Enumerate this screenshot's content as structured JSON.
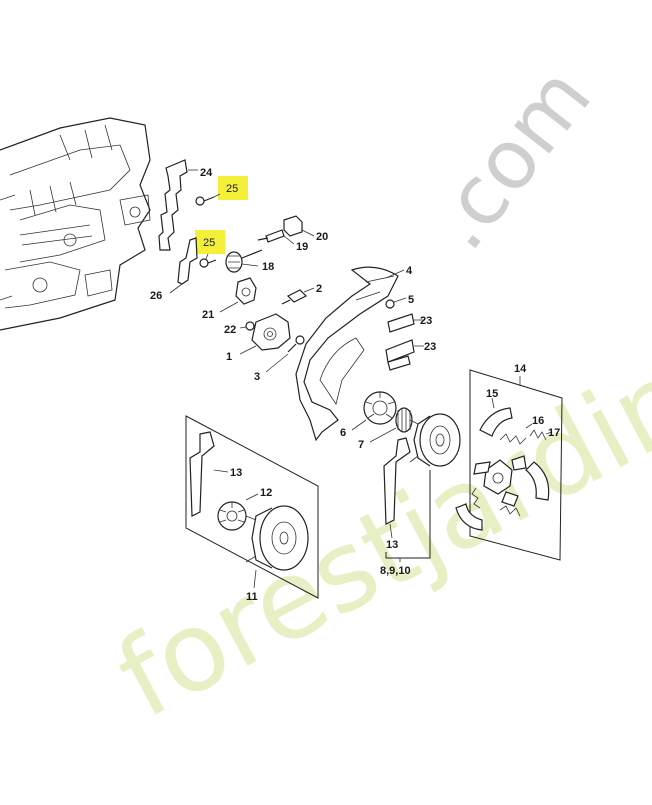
{
  "diagram": {
    "watermark_domain": ".com",
    "watermark_brand": "forestjardin",
    "highlight_color": "#f4f03a",
    "highlights": [
      {
        "id": "hl-top",
        "text": "25"
      },
      {
        "id": "hl-mid",
        "text": "25"
      }
    ],
    "labels": {
      "p24": "24",
      "p20": "20",
      "p19": "19",
      "p18": "18",
      "p26": "26",
      "p2": "2",
      "p21": "21",
      "p22": "22",
      "p1": "1",
      "p3": "3",
      "p4": "4",
      "p5": "5",
      "p23a": "23",
      "p23b": "23",
      "p6": "6",
      "p7": "7",
      "p14": "14",
      "p15": "15",
      "p16": "16",
      "p17": "17",
      "p13a": "13",
      "p12": "12",
      "p11": "11",
      "p13b": "13",
      "p8910": "8,9,10"
    }
  }
}
